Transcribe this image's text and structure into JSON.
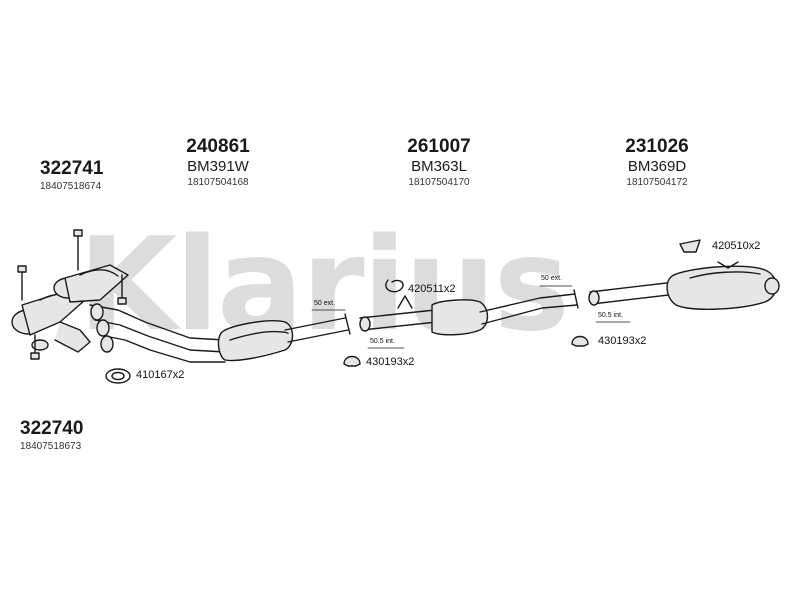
{
  "brand": "Klarius",
  "parts": [
    {
      "id": "p1",
      "number": "322741",
      "oem": "18407518674"
    },
    {
      "id": "p2",
      "number": "240861",
      "code": "BM391W",
      "oem": "18107504168"
    },
    {
      "id": "p3",
      "number": "261007",
      "code": "BM363L",
      "oem": "18107504170"
    },
    {
      "id": "p4",
      "number": "231026",
      "code": "BM369D",
      "oem": "18107504172"
    },
    {
      "id": "p5",
      "number": "322740",
      "oem": "18407518673"
    }
  ],
  "callouts": [
    "410167x2",
    "430193x2",
    "420511x2",
    "430193x2",
    "420510x2"
  ],
  "dims": [
    "50 ext.",
    "50.5 int.",
    "50 ext.",
    "50.5 int."
  ],
  "colors": {
    "line": "#1a1a1a",
    "pipe_fill": "#e6e6e6",
    "watermark": "#dcdcdc"
  }
}
